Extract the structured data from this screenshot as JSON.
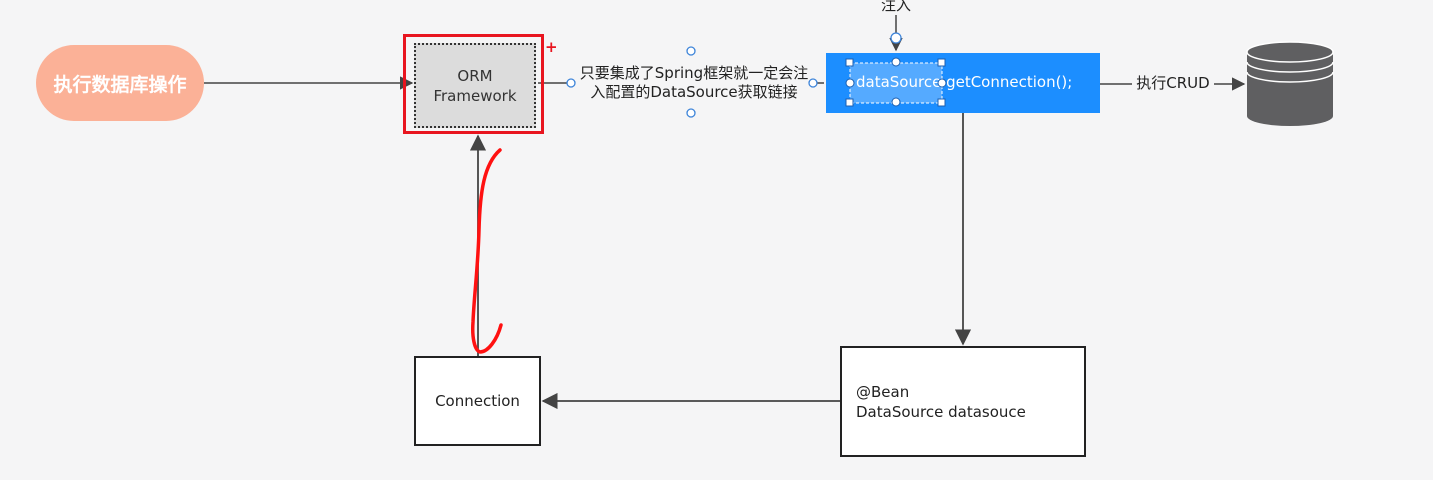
{
  "nodes": {
    "start": "执行数据库操作",
    "orm_line1": "ORM",
    "orm_line2": "Framework",
    "datasource_call": "dataSource.getConnection();",
    "bean_line1": "@Bean",
    "bean_line2": "DataSource datasouce",
    "connection": "Connection"
  },
  "edge_labels": {
    "spring_line1": "只要集成了Spring框架就一定会注",
    "spring_line2": "入配置的DataSource获取链接",
    "inject": "注入",
    "crud": "执行CRUD"
  },
  "colors": {
    "start_fill": "#fbb197",
    "datasource_fill": "#1c8eff",
    "selection_red": "#e8151f",
    "annotation_red": "#ff1111",
    "database_fill": "#5f5f61",
    "edge": "#444444"
  }
}
